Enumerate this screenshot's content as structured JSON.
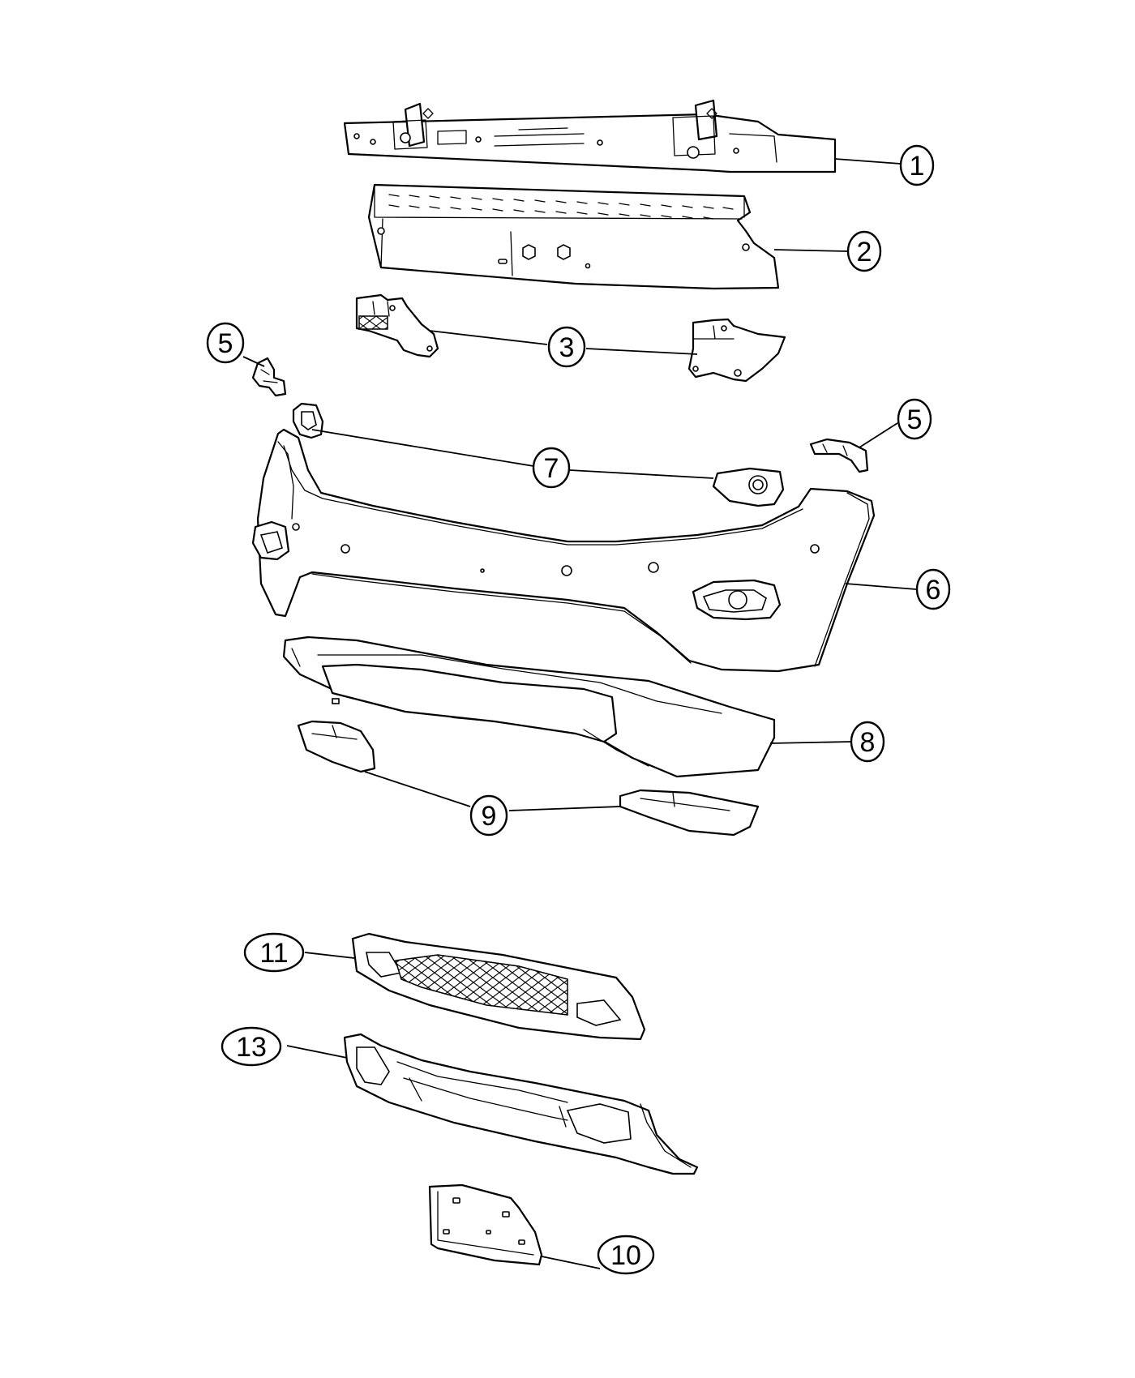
{
  "callouts": [
    {
      "id": "c1",
      "label": "1",
      "part": "impact-bar"
    },
    {
      "id": "c2",
      "label": "2",
      "part": "bumper-absorber"
    },
    {
      "id": "c3",
      "label": "3",
      "part": "bracket"
    },
    {
      "id": "c5a",
      "label": "5",
      "part": "bracket-left"
    },
    {
      "id": "c5b",
      "label": "5",
      "part": "bracket-right"
    },
    {
      "id": "c7",
      "label": "7",
      "part": "fog-lamp-bezel"
    },
    {
      "id": "c6",
      "label": "6",
      "part": "fascia-front"
    },
    {
      "id": "c8",
      "label": "8",
      "part": "fascia-lower"
    },
    {
      "id": "c9",
      "label": "9",
      "part": "applique"
    },
    {
      "id": "c11",
      "label": "11",
      "part": "grille-lower"
    },
    {
      "id": "c13",
      "label": "13",
      "part": "bezel-lower"
    },
    {
      "id": "c10",
      "label": "10",
      "part": "license-plate-bracket"
    }
  ]
}
